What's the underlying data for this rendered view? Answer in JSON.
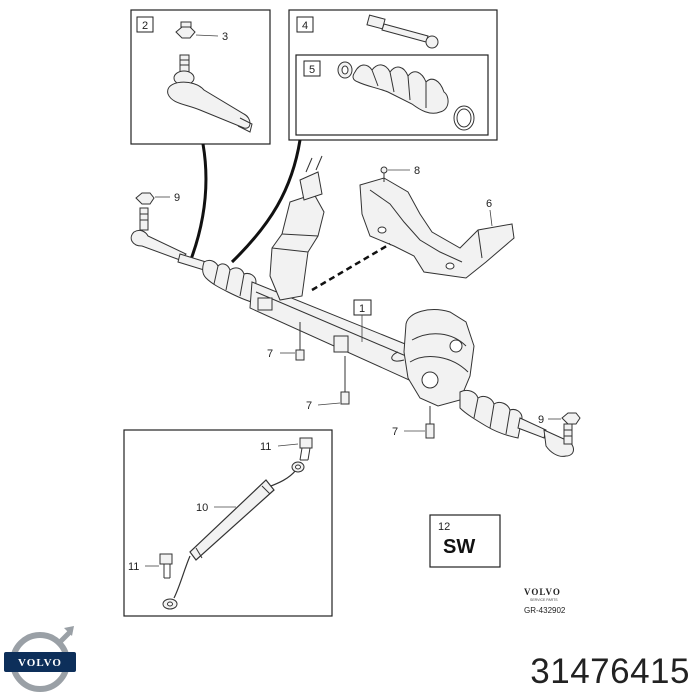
{
  "callouts": {
    "b2": "2",
    "b3": "3",
    "b4": "4",
    "b5": "5",
    "b6": "6",
    "b8": "8",
    "b9a": "9",
    "b9b": "9",
    "b1": "1",
    "b7a": "7",
    "b7b": "7",
    "b7c": "7",
    "b11a": "11",
    "b10": "10",
    "b11b": "11",
    "b12": "12"
  },
  "sw_label": "SW",
  "brand": {
    "name": "VOLVO",
    "subtitle": "SERVICE PARTS",
    "ref": "GR-432902"
  },
  "logo": {
    "text": "VOLVO"
  },
  "part_number": "31476415",
  "colors": {
    "line": "#333333",
    "logo_blue": "#0d2f5a",
    "logo_silver": "#9aa0a6"
  }
}
